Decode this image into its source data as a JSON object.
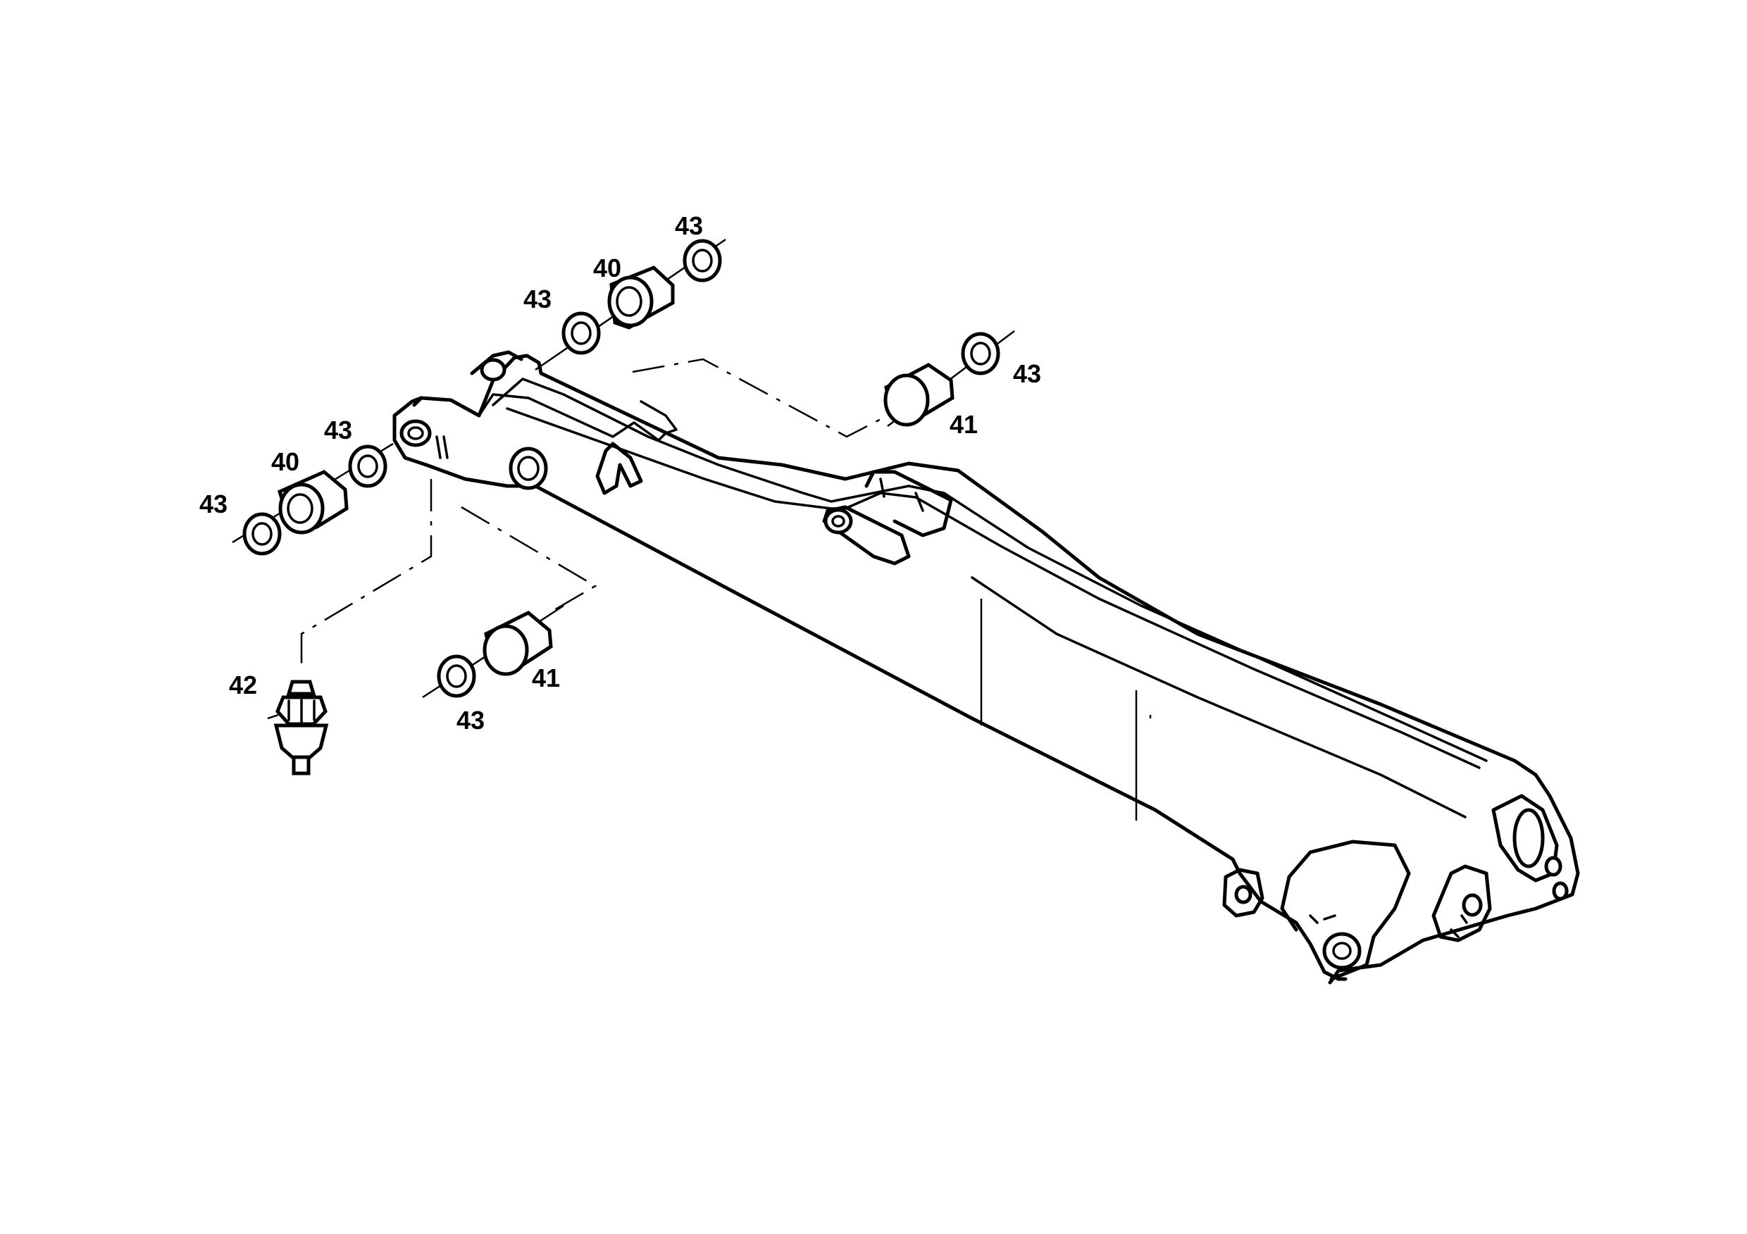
{
  "callouts": {
    "c40_upper": "40",
    "c43_upper_left": "43",
    "c43_upper_right": "43",
    "c40_left": "40",
    "c43_left_right": "43",
    "c43_left_far": "43",
    "c41_upper": "41",
    "c43_upper_far": "43",
    "c41_lower": "41",
    "c43_lower": "43",
    "c42": "42"
  }
}
